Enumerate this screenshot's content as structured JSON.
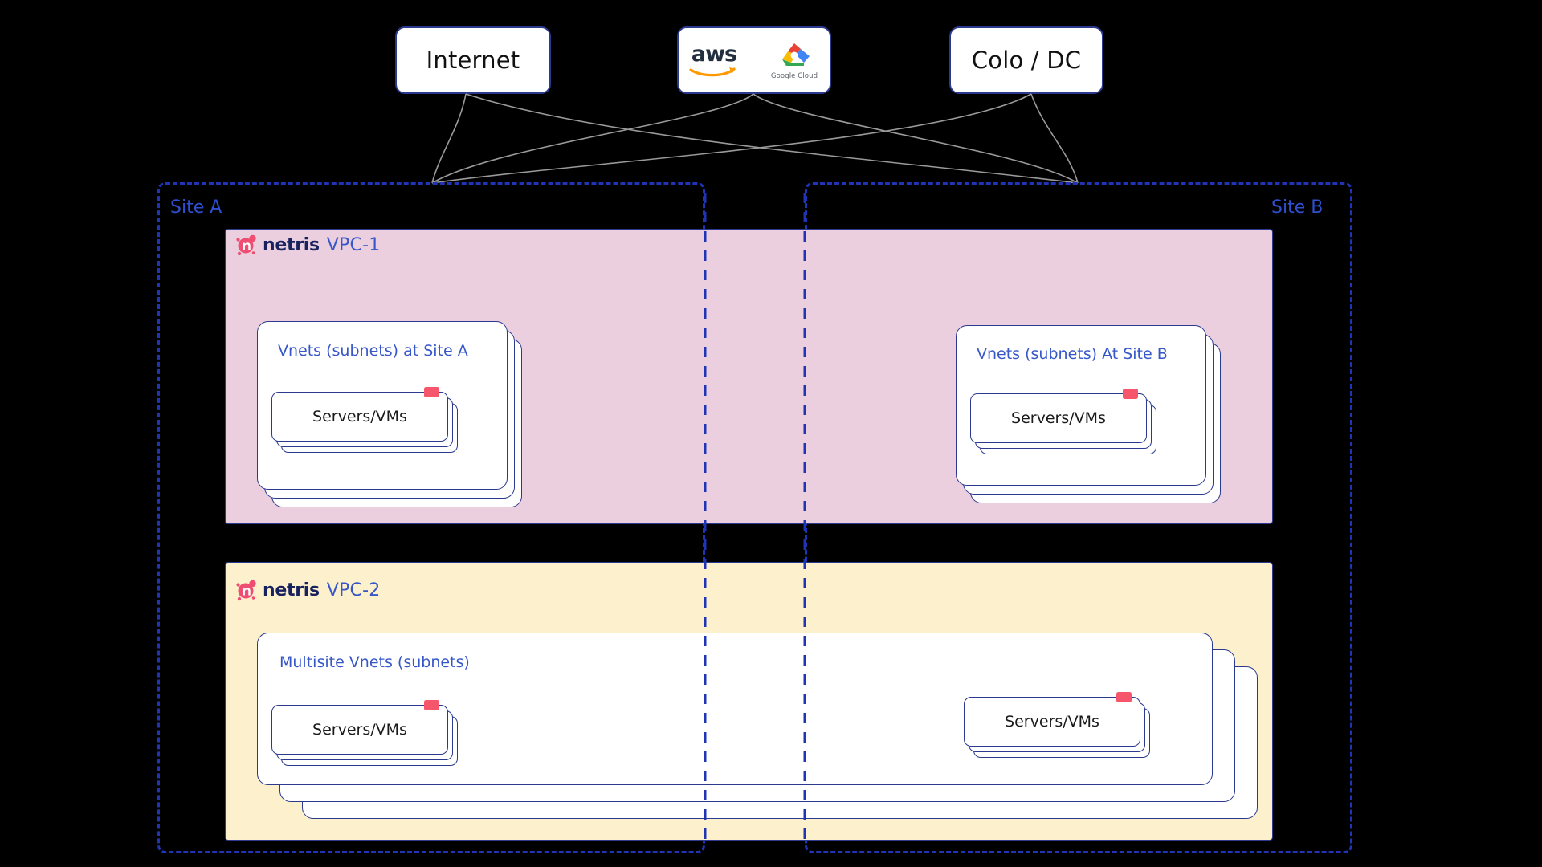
{
  "diagram": {
    "background_color": "#000000",
    "accent_blue": "#2f4fd0",
    "frame_blue": "#1f35b5",
    "card_border": "#2b3a8f",
    "vpc1_fill": "#ebcfdf",
    "vpc2_fill": "#fdf0cc",
    "badge_red": "#f5566c",
    "wire_color": "#9a9a9a"
  },
  "external": [
    {
      "id": "internet",
      "label": "Internet",
      "kind": "text"
    },
    {
      "id": "clouds",
      "label": "",
      "kind": "logos",
      "logos": [
        "aws",
        "Google Cloud"
      ]
    },
    {
      "id": "colo",
      "label": "Colo / DC",
      "kind": "text"
    }
  ],
  "sites": [
    {
      "id": "site-a",
      "label": "Site A"
    },
    {
      "id": "site-b",
      "label": "Site B"
    }
  ],
  "vpcs": [
    {
      "id": "vpc-1",
      "brand": "netris",
      "name": "VPC-1",
      "fill": "#ebcfdf",
      "vnets": [
        {
          "id": "vnets-site-a",
          "title": "Vnets (subnets) at Site A",
          "servers_label": "Servers/VMs",
          "stack_count": 3,
          "server_stack_count": 3
        },
        {
          "id": "vnets-site-b",
          "title": "Vnets (subnets) At Site B",
          "servers_label": "Servers/VMs",
          "stack_count": 3,
          "server_stack_count": 3
        }
      ]
    },
    {
      "id": "vpc-2",
      "brand": "netris",
      "name": "VPC-2",
      "fill": "#fdf0cc",
      "vnets": [
        {
          "id": "multisite-vnets",
          "title": "Multisite Vnets (subnets)",
          "servers_label": "Servers/VMs",
          "stack_count": 3,
          "server_stack_count": 3
        }
      ],
      "extra_servers_label": "Servers/VMs"
    }
  ],
  "icons": {
    "netris_mark": "netris-logo-icon",
    "aws": "aws-logo-icon",
    "gcp": "google-cloud-logo-icon",
    "badge": "vm-status-badge-icon"
  }
}
